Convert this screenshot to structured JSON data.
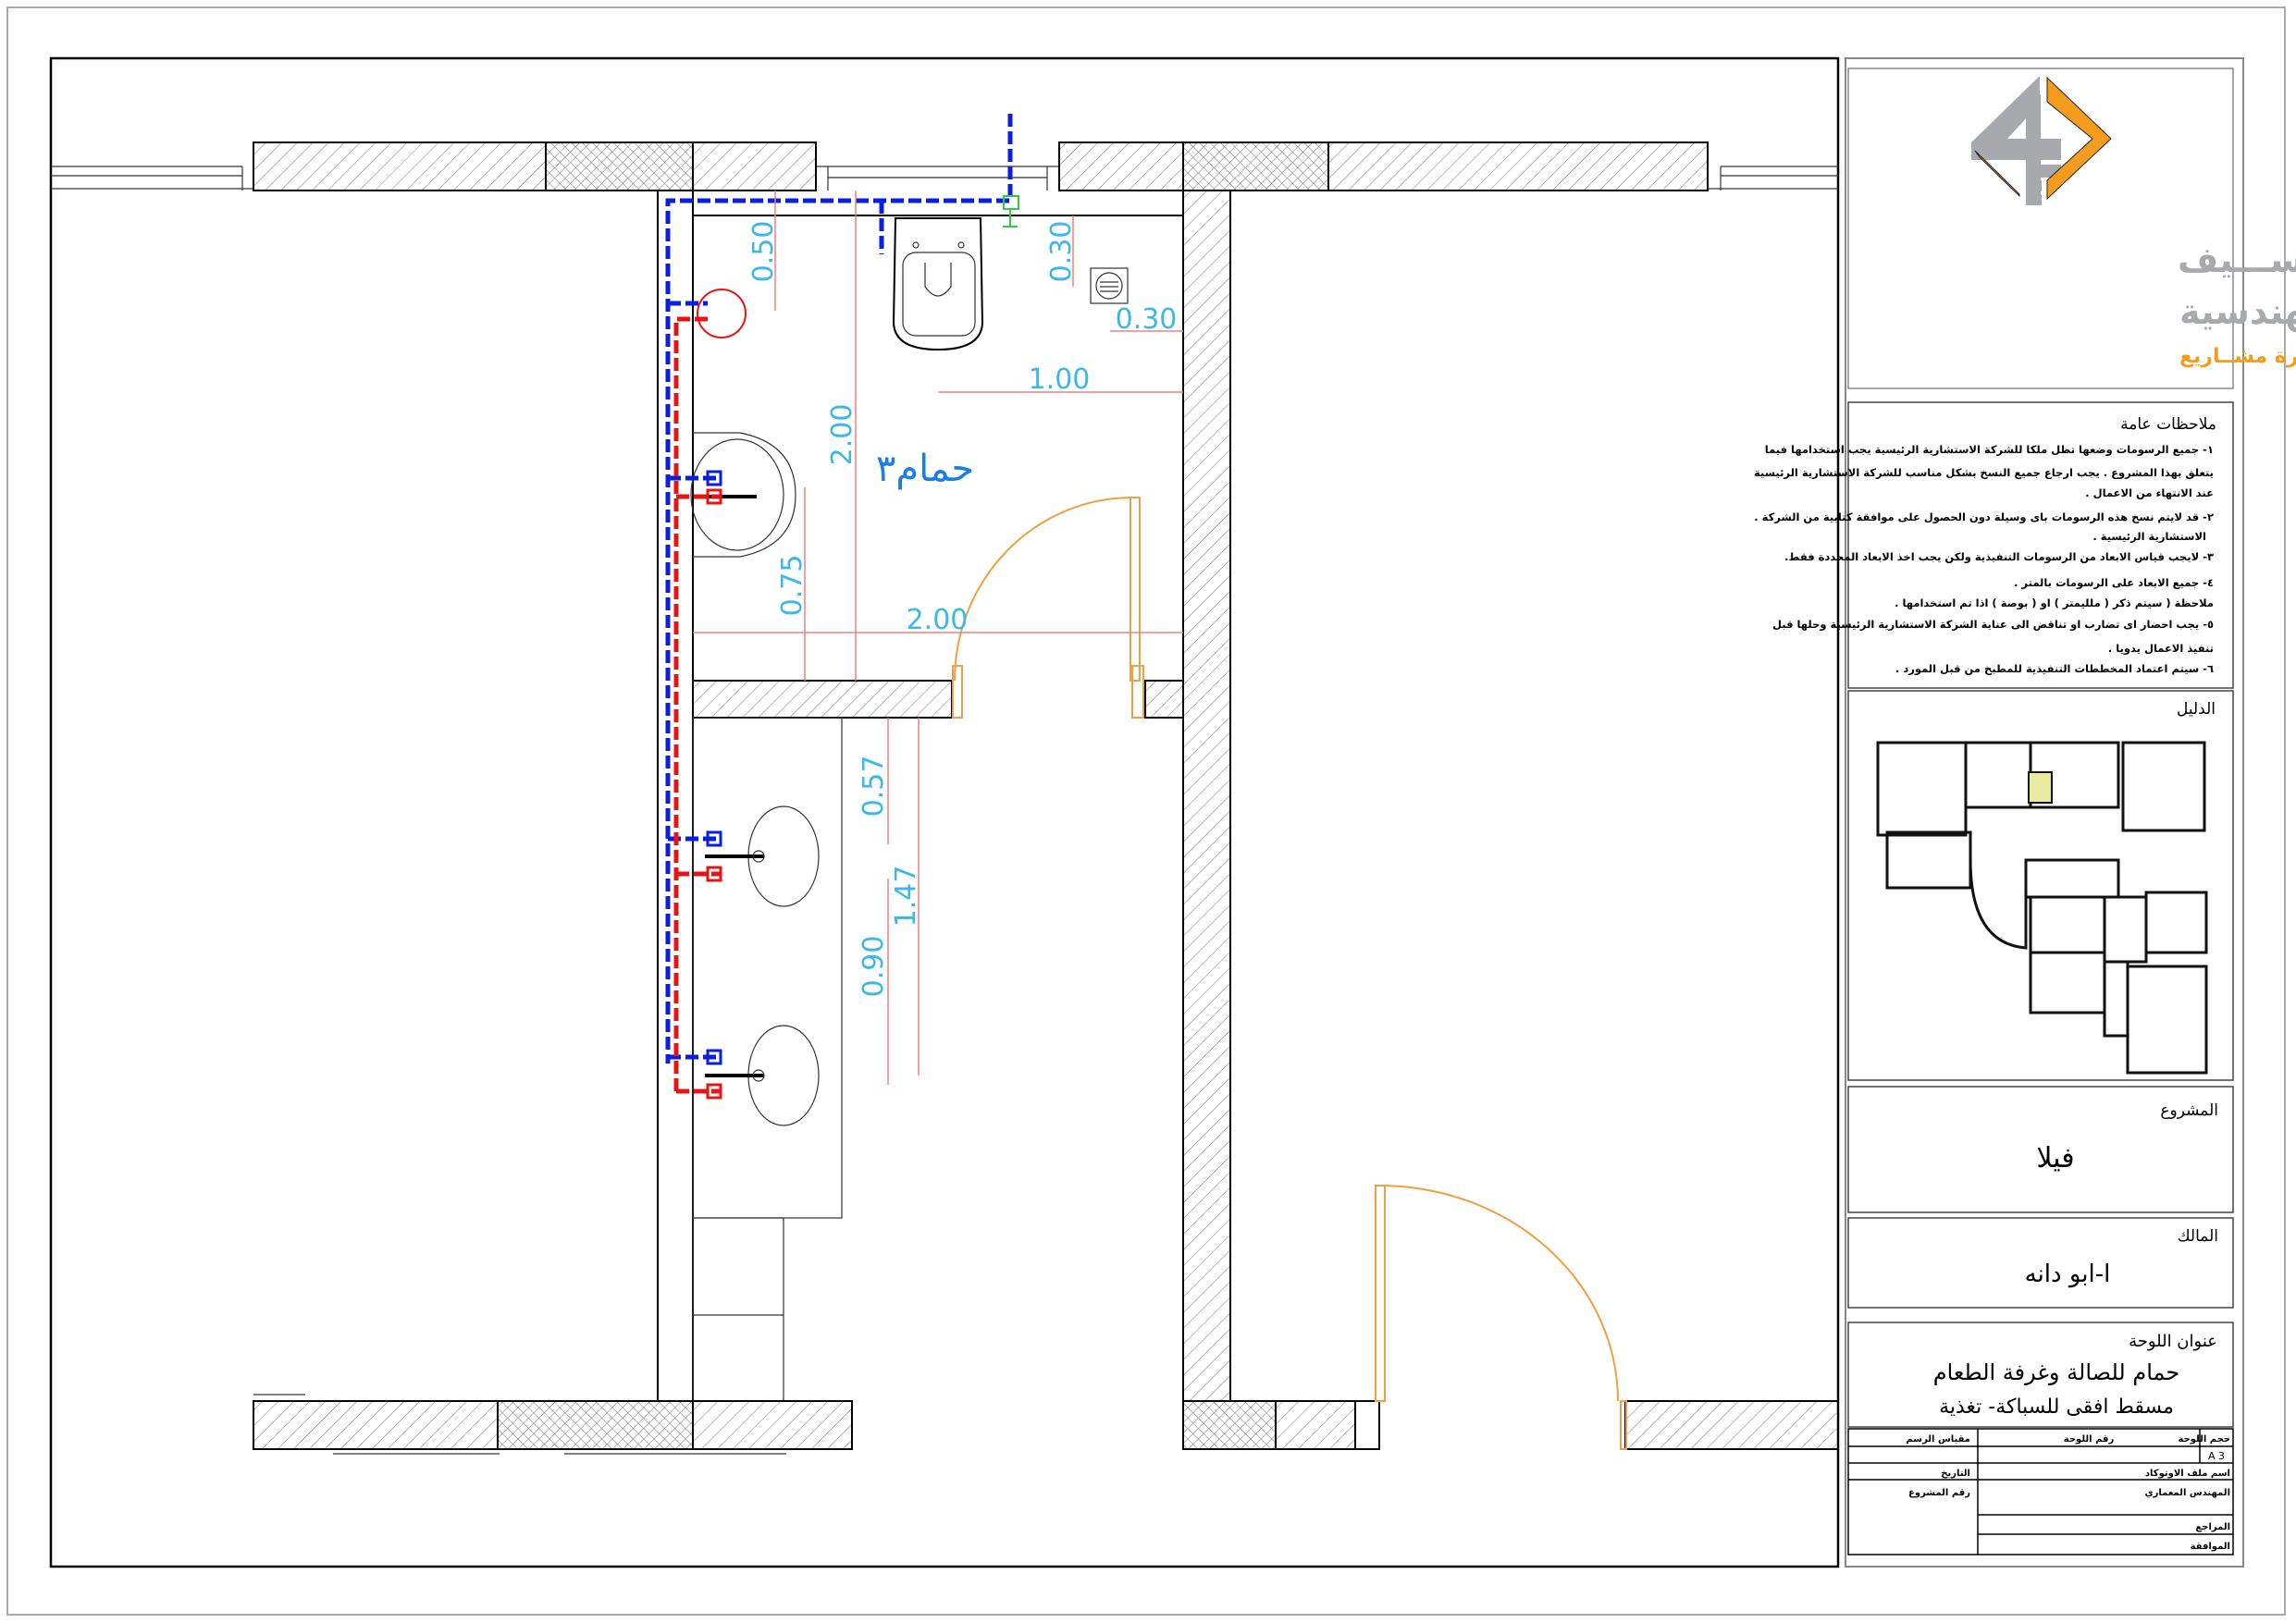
{
  "logo": {
    "mark_text": "4D",
    "company_line1": "عبد العـــزيز الســـيف",
    "company_line2": "للإستشارات الهندسية",
    "tagline": "تصــميم - إشــراف - إدارة مشــاريع",
    "colors": {
      "gray": "#a7a9ac",
      "orange": "#f39c1e"
    }
  },
  "notes": {
    "title": "ملاحظات عامة",
    "lines": [
      "١- جميع الرسومات وضعها تظل ملكا للشركة الاستشارية الرئيسية يجب استخدامها فيما",
      "يتعلق بهذا المشروع . يجب ارجاع جميع النسخ بشكل مناسب للشركة الاستشارية الرئيسية",
      "عند الانتهاء من الاعمال .",
      "٢- قد لايتم نسخ هذه الرسومات باى وسيلة دون الحصول على موافقة كتابية من الشركة .",
      "الاستشارية الرئيسية .",
      "٣- لايجب قياس الابعاد من الرسومات التنفيذية ولكن يجب اخذ الابعاد المحددة فقط.",
      "٤- جميع الابعاد على الرسومات بالمتر .",
      "ملاحظة ( سيتم ذكر ( ملليمتر ) او ( بوصة ) اذا تم استخدامها .",
      "٥- يجب احضار اى تضارب او تناقض الى عناية الشركة الاستشارية الرئيسية وحلها قبل",
      "تنفيذ الاعمال يدويا .",
      "٦- سيتم اعتماد المخططات التنفيذية للمطبخ من قبل المورد ."
    ]
  },
  "guide": {
    "title": "الدليل",
    "highlight_color": "#e8eaa0"
  },
  "project": {
    "label": "المشروع",
    "value": "فيلا"
  },
  "owner": {
    "label": "المالك",
    "value": "ا-ابو دانه"
  },
  "sheet_title": {
    "label": "عنوان اللوحة",
    "line1": "حمام للصالة وغرفة الطعام",
    "line2": "مسقط افقى للسباكة- تغذية"
  },
  "title_table": {
    "scale_label": "مقياس الرسم",
    "sheet_no_label": "رقم اللوحة",
    "sheet_size_label": "حجم اللوحة",
    "sheet_size_value": "A 3",
    "date_label": "التاريخ",
    "cad_file_label": "اسم ملف الاوتوكاد",
    "project_no_label": "رقم المشروع",
    "architect_label": "المهندس المعماري",
    "reviewer_label": "المراجع",
    "approval_label": "الموافقة"
  },
  "drawing": {
    "room_label": "حمام٣",
    "dimensions": {
      "wc_offset": "0.50",
      "drain_offset_v": "0.30",
      "drain_offset_h": "0.30",
      "wc_center": "1.00",
      "room_depth": "2.00",
      "basin_offset": "0.75",
      "room_width": "2.00",
      "vanity_basin1": "0.57",
      "vanity_basin2": "1.47",
      "vanity_span": "0.90"
    },
    "colors": {
      "cold_water": "#0a1ee0",
      "hot_water": "#e81414",
      "dimension_text": "#3cb8e8",
      "dimension_line": "#f08080",
      "door": "#f0a040"
    }
  }
}
